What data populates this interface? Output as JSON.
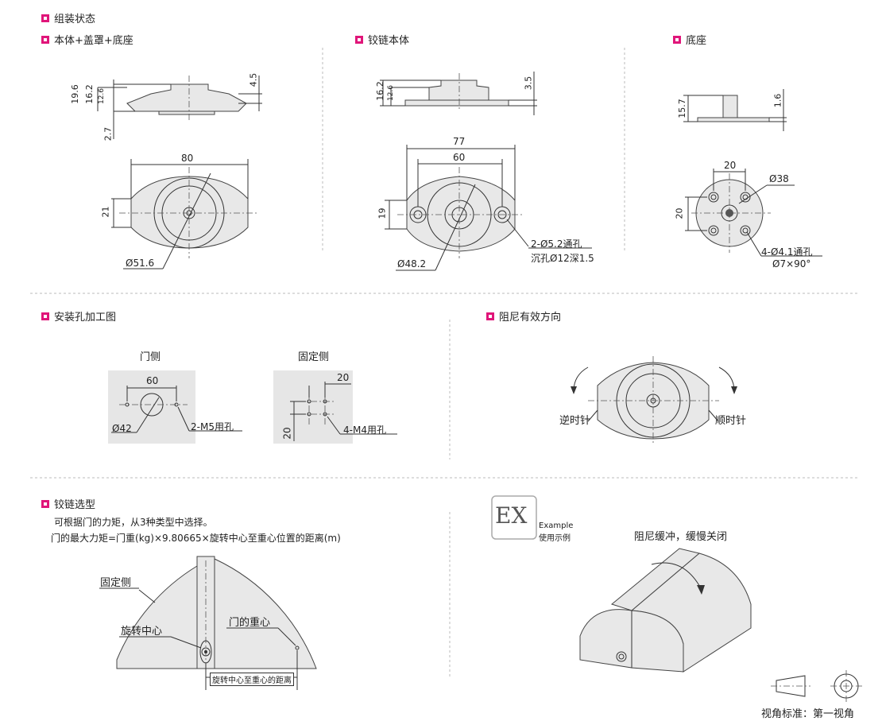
{
  "sections": {
    "assembly": "组装状态",
    "body_cover_base": "本体+盖罩+底座",
    "hinge_body": "铰链本体",
    "base": "底座",
    "mounting_hole": "安装孔加工图",
    "damping_direction": "阻尼有效方向",
    "hinge_selection": "铰链选型"
  },
  "body_cover_base_dims": {
    "h1": "19.6",
    "h2": "16.2",
    "h3": "12.6",
    "h4": "4.5",
    "h5": "2.7",
    "width": "80",
    "height": "21",
    "dia": "Ø51.6"
  },
  "hinge_body_dims": {
    "h1": "16.2",
    "h2": "12.6",
    "h3": "3.5",
    "w1": "77",
    "w2": "60",
    "height": "19",
    "dia": "Ø48.2",
    "hole_note1": "2-Ø5.2通孔",
    "hole_note2": "沉孔Ø12深1.5"
  },
  "base_dims": {
    "h1": "15.7",
    "h2": "1.6",
    "w": "20",
    "h": "20",
    "dia": "Ø38",
    "hole_note1": "4-Ø4.1通孔",
    "hole_note2": "Ø7×90°"
  },
  "mounting": {
    "door_side": "门侧",
    "fixed_side": "固定侧",
    "door_w": "60",
    "door_dia": "Ø42",
    "door_hole": "2-M5用孔",
    "fixed_w": "20",
    "fixed_h": "20",
    "fixed_hole": "4-M4用孔"
  },
  "damping": {
    "ccw": "逆时针",
    "cw": "顺时针"
  },
  "selection": {
    "line1": "可根据门的力矩，从3种类型中选择。",
    "line2": "门的最大力矩=门重(kg)×9.80665×旋转中心至重心位置的距离(m)",
    "fixed_side": "固定侧",
    "rotation_center": "旋转中心",
    "door_gravity": "门的重心",
    "distance": "旋转中心至重心的距离"
  },
  "example": {
    "badge": "EX",
    "label1": "Example",
    "label2": "使用示例",
    "caption": "阻尼缓冲，缓慢关闭"
  },
  "projection": {
    "label": "视角标准：第一视角"
  },
  "colors": {
    "accent": "#e0167a"
  }
}
